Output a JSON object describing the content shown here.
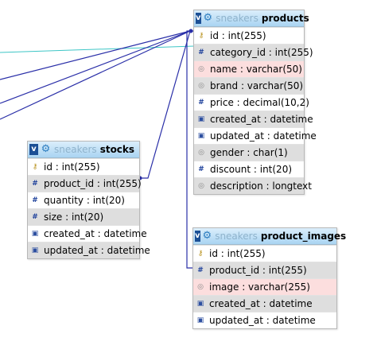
{
  "connector_color": "#2a2fa8",
  "faint_connector_color": "#3ec6c6",
  "tables": {
    "products": {
      "db": "sneakers",
      "name": "products",
      "columns": [
        {
          "text": "id : int(255)",
          "icon": "key-icon",
          "bg": "white"
        },
        {
          "text": "category_id : int(255)",
          "icon": "numeric-icon",
          "bg": "gray"
        },
        {
          "text": "name : varchar(50)",
          "icon": "text-icon",
          "bg": "pink"
        },
        {
          "text": "brand : varchar(50)",
          "icon": "text-icon",
          "bg": "gray"
        },
        {
          "text": "price : decimal(10,2)",
          "icon": "numeric-icon",
          "bg": "white"
        },
        {
          "text": "created_at : datetime",
          "icon": "date-icon",
          "bg": "gray"
        },
        {
          "text": "updated_at : datetime",
          "icon": "date-icon",
          "bg": "white"
        },
        {
          "text": "gender : char(1)",
          "icon": "text-icon",
          "bg": "gray"
        },
        {
          "text": "discount : int(20)",
          "icon": "numeric-icon",
          "bg": "white"
        },
        {
          "text": "description : longtext",
          "icon": "text-icon",
          "bg": "gray"
        }
      ]
    },
    "stocks": {
      "db": "sneakers",
      "name": "stocks",
      "columns": [
        {
          "text": "id : int(255)",
          "icon": "key-icon",
          "bg": "white"
        },
        {
          "text": "product_id : int(255)",
          "icon": "numeric-icon",
          "bg": "gray"
        },
        {
          "text": "quantity : int(20)",
          "icon": "numeric-icon",
          "bg": "white"
        },
        {
          "text": "size : int(20)",
          "icon": "numeric-icon",
          "bg": "gray"
        },
        {
          "text": "created_at : datetime",
          "icon": "date-icon",
          "bg": "white"
        },
        {
          "text": "updated_at : datetime",
          "icon": "date-icon",
          "bg": "gray"
        }
      ]
    },
    "product_images": {
      "db": "sneakers",
      "name": "product_images",
      "columns": [
        {
          "text": "id : int(255)",
          "icon": "key-icon",
          "bg": "white"
        },
        {
          "text": "product_id : int(255)",
          "icon": "numeric-icon",
          "bg": "gray"
        },
        {
          "text": "image : varchar(255)",
          "icon": "text-icon",
          "bg": "pink"
        },
        {
          "text": "created_at : datetime",
          "icon": "date-icon",
          "bg": "gray"
        },
        {
          "text": "updated_at : datetime",
          "icon": "date-icon",
          "bg": "white"
        }
      ]
    }
  }
}
